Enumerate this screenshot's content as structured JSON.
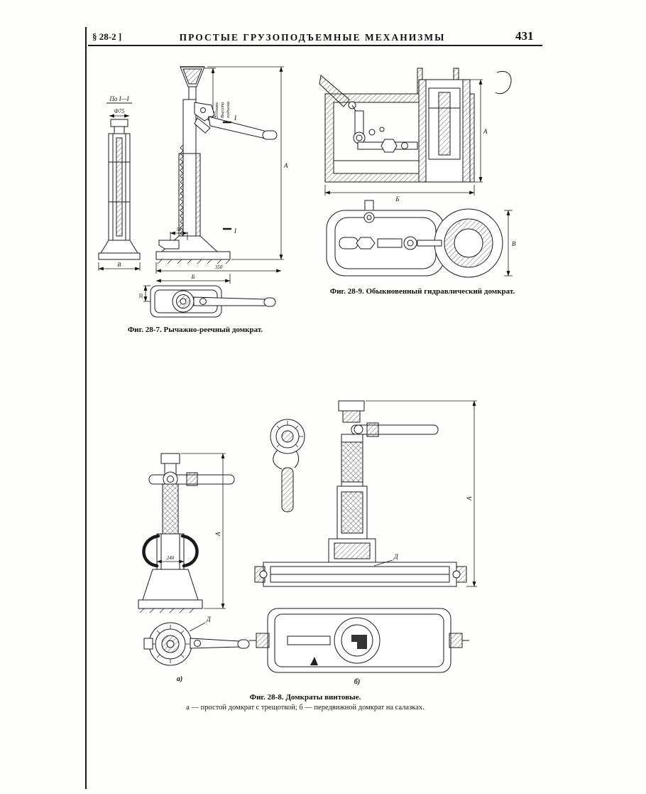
{
  "header": {
    "section": "§ 28-2 ]",
    "title": "ПРОСТЫЕ ГРУЗОПОДЪЕМНЫЕ МЕХАНИЗМЫ",
    "page_number": "431"
  },
  "fig_28_7": {
    "caption": "Фиг. 28-7. Рычажно-реечный домкрат.",
    "labels": {
      "section_view": "По I—I",
      "diameter": "Ф75",
      "lift_line1": "200макс",
      "lift_line2": "Высота",
      "lift_line3": "подъема",
      "dim_a": "А",
      "dim_b": "Б",
      "dim_v": "В",
      "dim_350": "350",
      "dim_58": "58",
      "dim_30": "30",
      "section_mark": "I"
    }
  },
  "fig_28_9": {
    "caption": "Фиг. 28-9. Обыкновенный гидравлический домкрат.",
    "labels": {
      "dim_a": "А",
      "dim_b": "Б",
      "dim_v": "В"
    }
  },
  "fig_28_8": {
    "caption": "Фиг. 28-8. Домкраты винтовые.",
    "subcaption": "а — простой домкрат с трещоткой; б — передвижной домкрат на салазках.",
    "labels": {
      "dim_240": "240",
      "dim_a": "А",
      "dim_d": "Д",
      "view_a": "а)",
      "view_b": "б)"
    }
  }
}
